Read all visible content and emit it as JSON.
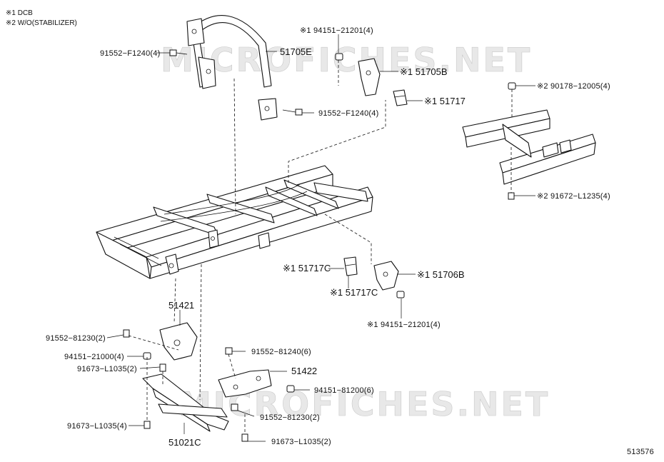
{
  "watermark": "MICROFICHES.NET",
  "legend": {
    "note1": "※1 DCB",
    "note2": "※2 W/O(STABILIZER)"
  },
  "diagram_id": "513576",
  "labels": {
    "p91552_F1240_left": "91552−F1240(4)",
    "p94151_21201_top": "※1 94151−21201(4)",
    "p51705E": "51705E",
    "p51705B": "※1 51705B",
    "p51717": "※1 51717",
    "p91552_F1240_mid": "91552−F1240(4)",
    "p90178_12005": "※2 90178−12005(4)",
    "p91672_L1235": "※2 91672−L1235(4)",
    "p51717C_a": "※1 51717C",
    "p51717C_b": "※1 51717C",
    "p51706B": "※1 51706B",
    "p94151_21201_bottom": "※1 94151−21201(4)",
    "p51421": "51421",
    "p91552_81230_left": "91552−81230(2)",
    "p94151_21000": "94151−21000(4)",
    "p91673_L1035_left2": "91673−L1035(2)",
    "p91552_81240": "91552−81240(6)",
    "p51422": "51422",
    "p94151_81200": "94151−81200(6)",
    "p91673_L1035_left4": "91673−L1035(4)",
    "p91552_81230_right": "91552−81230(2)",
    "p51021C": "51021C",
    "p91673_L1035_right2": "91673−L1035(2)"
  }
}
